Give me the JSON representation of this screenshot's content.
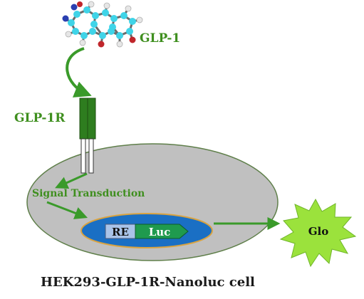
{
  "labels": {
    "ligand": "GLP-1",
    "receptor": "GLP-1R",
    "pathway": "Signal Transduction",
    "response_element": "RE",
    "reporter": "Luc",
    "output": "Glo",
    "cell_line": "HEK293-GLP-1R-Nanoluc cell"
  },
  "colors": {
    "label_green": "#3f8f1f",
    "receptor_green": "#2e7d1f",
    "arrow_green": "#3a9a2a",
    "cell_fill": "#c0c0c0",
    "cell_border": "#5f7f4a",
    "nucleus_fill": "#1a6fc4",
    "nucleus_border": "#d9a340",
    "re_box": "#a9c3e8",
    "luc_arrow": "#1f9a4e",
    "glo_fill": "#9be23c",
    "molecule_carbon": "#3fd4e8",
    "molecule_oxygen": "#c0262b",
    "molecule_nitrogen": "#2a3fb0",
    "molecule_hydrogen": "#e6e6e6"
  },
  "icons": [
    "glp1-molecule-icon",
    "receptor-icon",
    "glo-burst-icon"
  ]
}
